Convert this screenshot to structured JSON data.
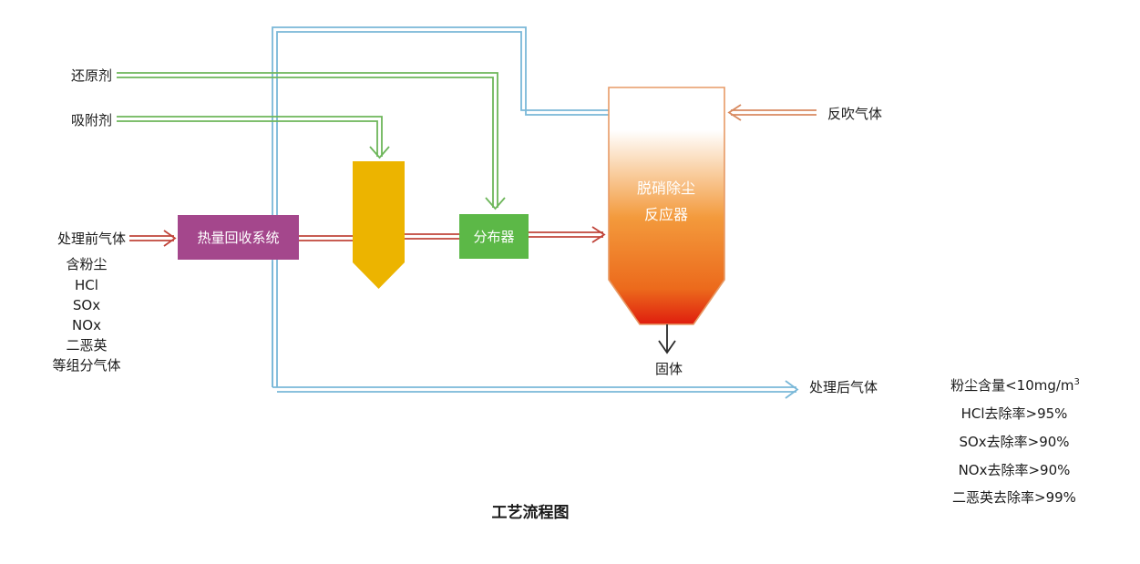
{
  "inputs": {
    "reductant": "还原剂",
    "adsorbent": "吸附剂",
    "raw_gas": "处理前气体",
    "components": [
      "含粉尘",
      "HCl",
      "SOx",
      "NOx",
      "二恶英",
      "等组分气体"
    ]
  },
  "units": {
    "heat_recovery": "热量回收系统",
    "distributor": "分布器",
    "reactor_line1": "脱硝除尘",
    "reactor_line2": "反应器"
  },
  "outputs": {
    "backblow": "反吹气体",
    "solids": "固体",
    "treated_gas": "处理后气体"
  },
  "performance": {
    "dust_prefix": "粉尘含量<10mg/m",
    "dust_sup": "3",
    "hcl": "HCl去除率>95%",
    "sox": "SOx去除率>90%",
    "nox": "NOx去除率>90%",
    "dioxin": "二恶英去除率>99%"
  },
  "caption": "工艺流程图",
  "colors": {
    "reductant_line": "#6db65a",
    "blue_line": "#7ab8d8",
    "red_line": "#c0443a",
    "orange_line": "#d88a60",
    "heat_box": "#a4478c",
    "hopper": "#ecb400",
    "distributor_box": "#5cb847",
    "reactor_top": "#ffffff",
    "reactor_mid": "#f08a30",
    "reactor_bottom": "#e02010"
  }
}
